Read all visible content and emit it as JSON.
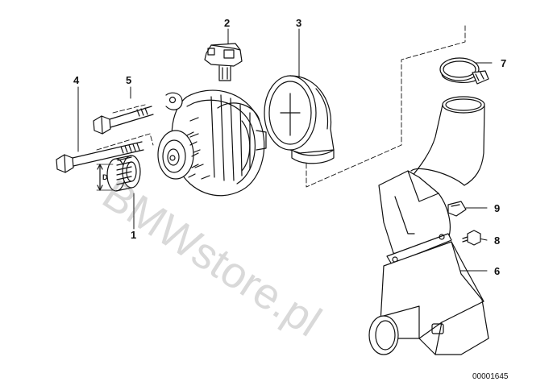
{
  "diagram": {
    "callouts": [
      {
        "id": "1",
        "label": "1",
        "part": "pulley-sleeve"
      },
      {
        "id": "2",
        "label": "2",
        "part": "voltage-regulator"
      },
      {
        "id": "3",
        "label": "3",
        "part": "air-duct-cap"
      },
      {
        "id": "4",
        "label": "4",
        "part": "long-bolt"
      },
      {
        "id": "5",
        "label": "5",
        "part": "short-bolt"
      },
      {
        "id": "6",
        "label": "6",
        "part": "cooling-air-duct"
      },
      {
        "id": "7",
        "label": "7",
        "part": "hose-clamp"
      },
      {
        "id": "8",
        "label": "8",
        "part": "screw"
      },
      {
        "id": "9",
        "label": "9",
        "part": "clip-nut"
      }
    ],
    "dimension_label": "D",
    "watermark": "BMWstore.pl",
    "document_number": "00001645"
  },
  "colors": {
    "line": "#111111",
    "background": "#ffffff",
    "watermark": "#8a8a8a"
  }
}
